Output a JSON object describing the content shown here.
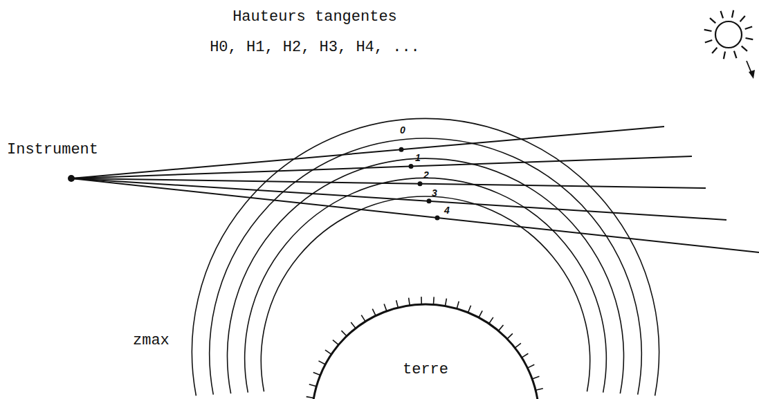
{
  "diagram": {
    "title": "Hauteurs tangentes",
    "labels": [
      "H0, H1, H2, H3, H4, ...",
      "Instrument",
      "0",
      "1",
      "2",
      "3",
      "4",
      "zmax",
      "terre"
    ]
  }
}
